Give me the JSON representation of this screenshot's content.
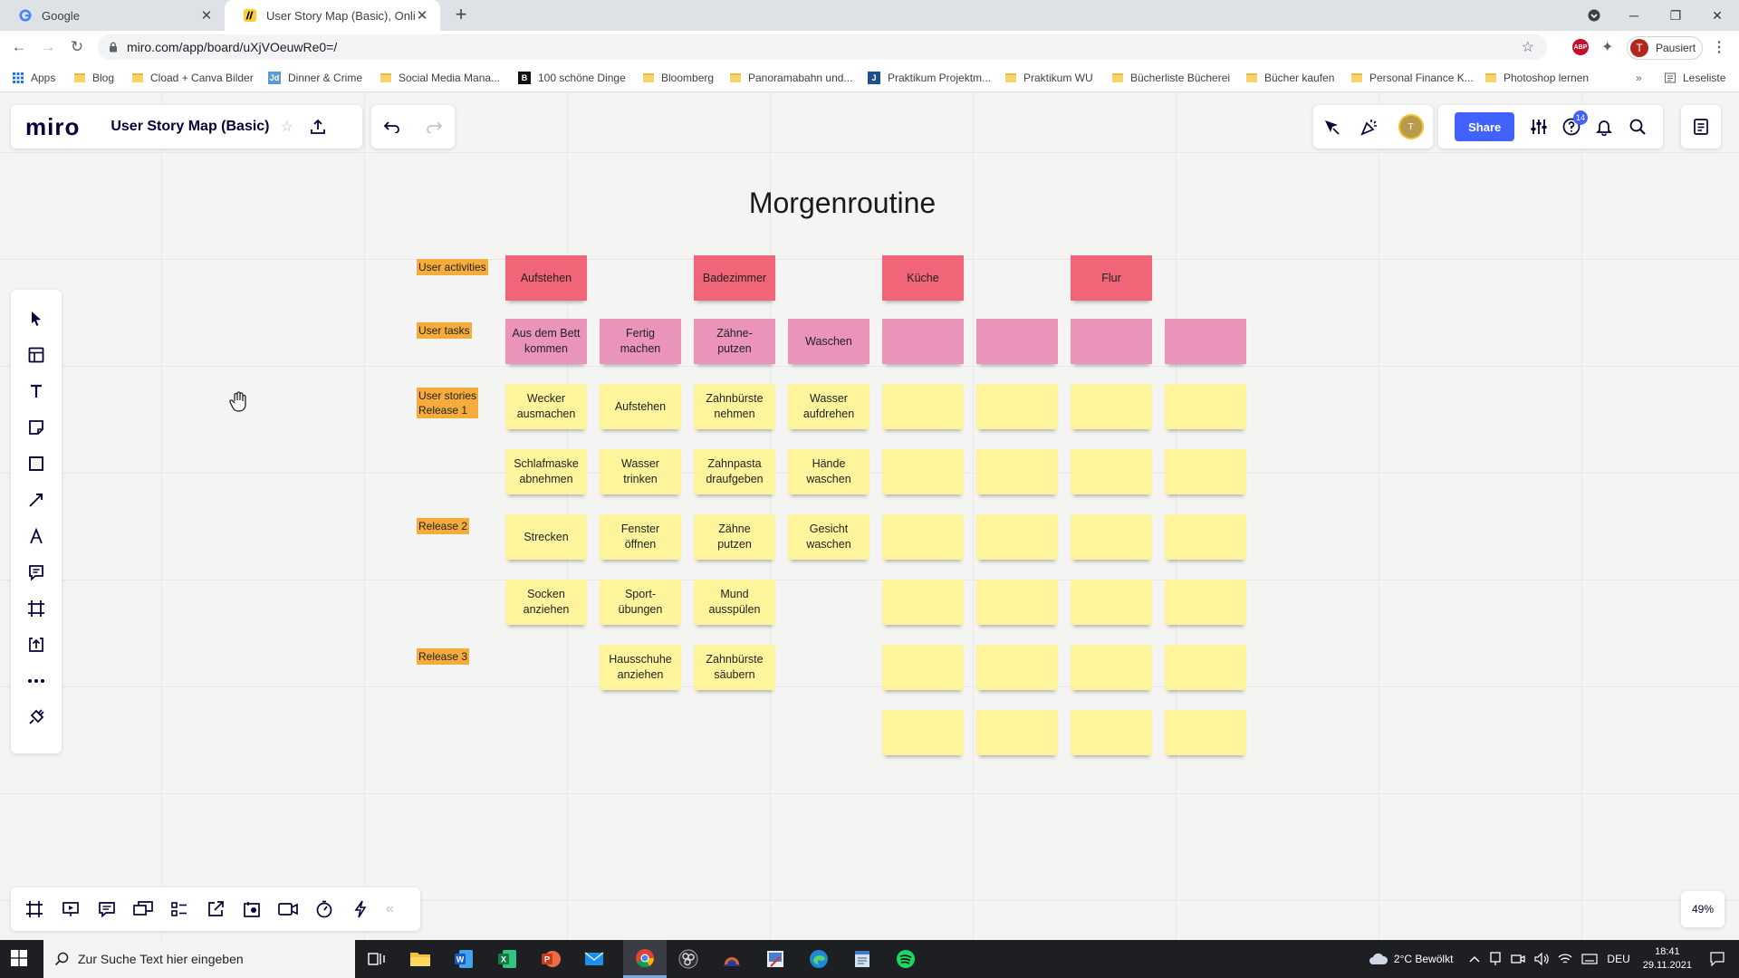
{
  "browser": {
    "tabs": [
      {
        "title": "Google",
        "active": false
      },
      {
        "title": "User Story Map (Basic), Online W",
        "active": true
      }
    ],
    "url": "miro.com/app/board/uXjVOeuwRe0=/",
    "profile_status": "Pausiert",
    "profile_initial": "T",
    "bookmarks": [
      {
        "label": "Apps",
        "kind": "apps"
      },
      {
        "label": "Blog",
        "kind": "folder"
      },
      {
        "label": "Cload + Canva Bilder",
        "kind": "folder"
      },
      {
        "label": "Dinner & Crime",
        "kind": "site"
      },
      {
        "label": "Social Media Mana...",
        "kind": "folder"
      },
      {
        "label": "100 schöne Dinge",
        "kind": "site"
      },
      {
        "label": "Bloomberg",
        "kind": "folder"
      },
      {
        "label": "Panoramabahn und...",
        "kind": "folder"
      },
      {
        "label": "Praktikum Projektm...",
        "kind": "site"
      },
      {
        "label": "Praktikum WU",
        "kind": "folder"
      },
      {
        "label": "Bücherliste Bücherei",
        "kind": "folder"
      },
      {
        "label": "Bücher kaufen",
        "kind": "folder"
      },
      {
        "label": "Personal Finance K...",
        "kind": "folder"
      },
      {
        "label": "Photoshop lernen",
        "kind": "folder"
      }
    ],
    "reading_list": "Leseliste"
  },
  "miro": {
    "logo": "miro",
    "board_title": "User Story Map (Basic)",
    "share_label": "Share",
    "help_badge": "14",
    "user_avatar_initial": "T",
    "zoom": "49%",
    "accent_color": "#4262ff"
  },
  "board": {
    "heading": "Morgenroutine",
    "row_labels": [
      {
        "lines": [
          "User activities"
        ]
      },
      {
        "lines": [
          "User tasks"
        ]
      },
      {
        "lines": [
          "User stories",
          "Release 1"
        ]
      },
      {
        "lines": [
          "Release 2"
        ]
      },
      {
        "lines": [
          "Release 3"
        ]
      }
    ],
    "activities": [
      "Aufstehen",
      "",
      "Badezimmer",
      "",
      "Küche",
      "",
      "Flur",
      ""
    ],
    "tasks": [
      "Aus dem Bett\nkommen",
      "Fertig\nmachen",
      "Zähne-\nputzen",
      "Waschen",
      "",
      "",
      "",
      ""
    ],
    "story_rows": [
      [
        "Wecker\nausmachen",
        "Aufstehen",
        "Zahnbürste\nnehmen",
        "Wasser\naufdrehen",
        "",
        "",
        "",
        ""
      ],
      [
        "Schlafmaske\nabnehmen",
        "Wasser\ntrinken",
        "Zahnpasta\ndraufgeben",
        "Hände\nwaschen",
        "",
        "",
        "",
        ""
      ],
      [
        "Strecken",
        "Fenster\nöffnen",
        "Zähne\nputzen",
        "Gesicht\nwaschen",
        "",
        "",
        "",
        ""
      ],
      [
        "Socken\nanziehen",
        "Sport-\nübungen",
        "Mund\nausspülen",
        null,
        "",
        "",
        "",
        ""
      ],
      [
        null,
        "Hausschuhe\nanziehen",
        "Zahnbürste\nsäubern",
        null,
        "",
        "",
        "",
        ""
      ],
      [
        null,
        null,
        null,
        null,
        "",
        "",
        "",
        ""
      ]
    ],
    "colors": {
      "activity": "#f06577",
      "task": "#ea94bb",
      "story": "#fef49c",
      "label": "#f6ac3b"
    }
  },
  "taskbar": {
    "search_placeholder": "Zur Suche Text hier eingeben",
    "weather": "2°C  Bewölkt",
    "language": "DEU",
    "time": "18:41",
    "date": "29.11.2021"
  }
}
